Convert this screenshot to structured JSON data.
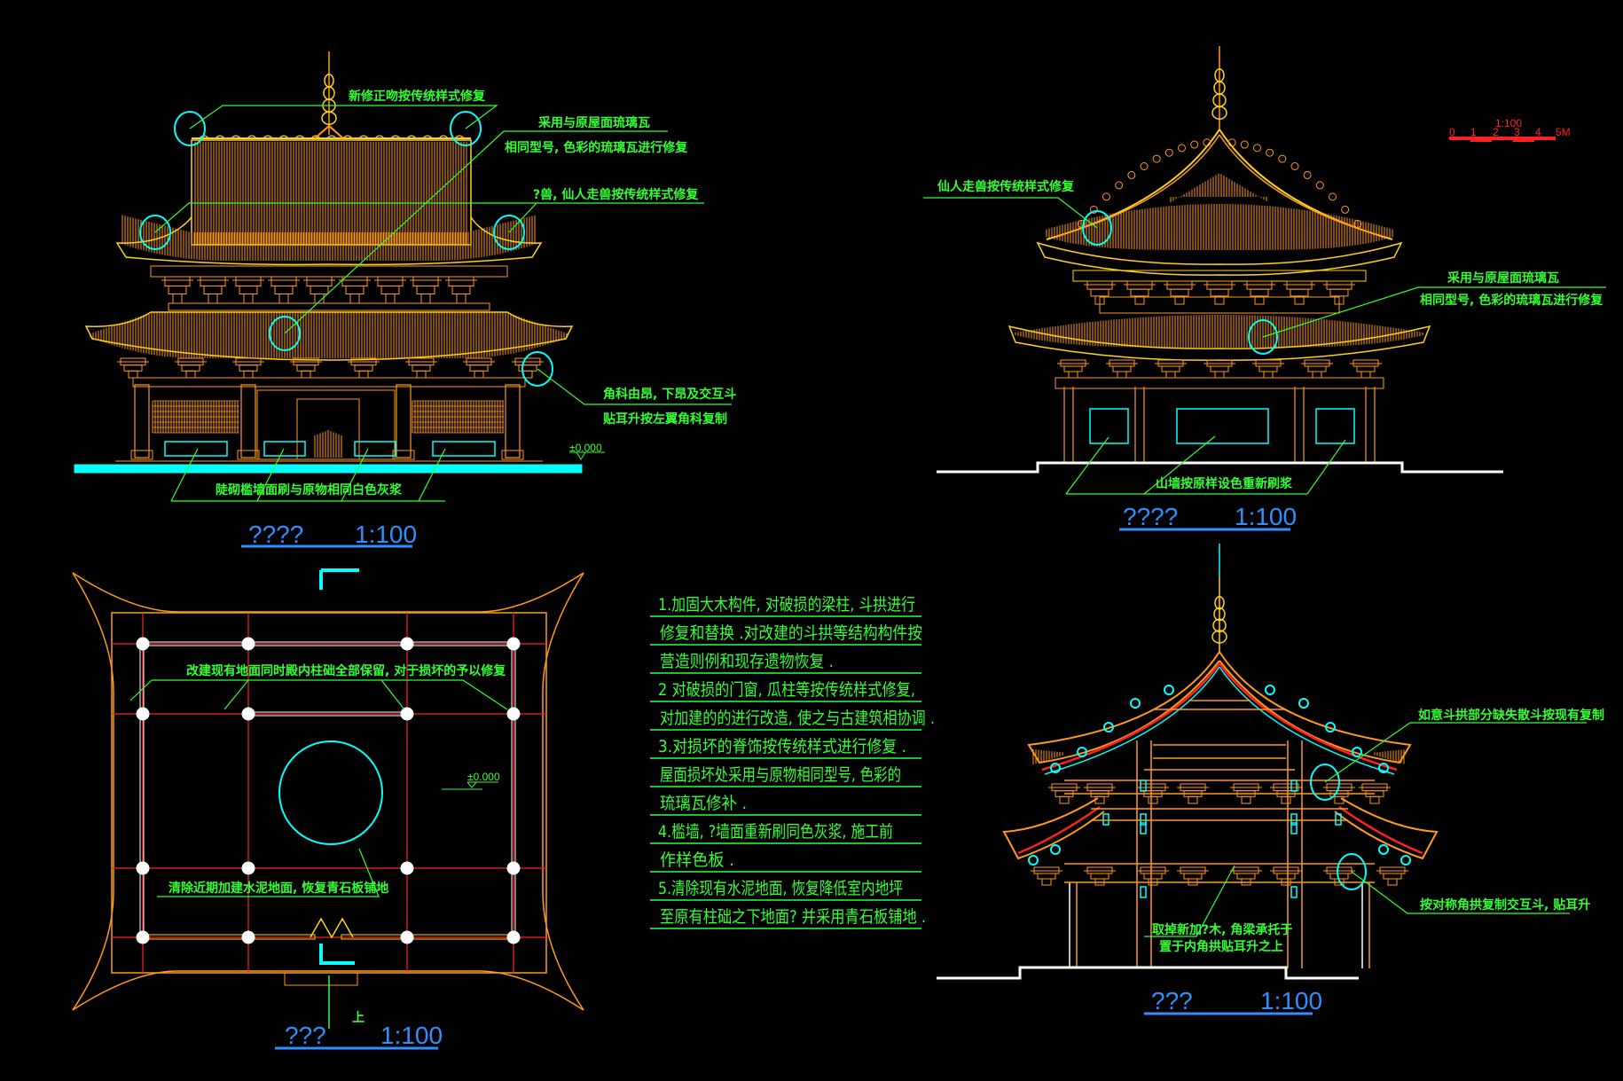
{
  "front_elevation": {
    "title": "????",
    "scale": "1:100",
    "elevation_mark": "±0.000",
    "annotations": [
      "新修正吻按传统样式修复",
      "采用与原屋面琉璃瓦",
      "相同型号, 色彩的琉璃瓦进行修复",
      "?兽, 仙人走兽按传统样式修复",
      "角科由昂, 下昂及交互斗",
      "贴耳升按左翼角科复制",
      "陡砌槛墙面刷与原物相同白色灰浆"
    ]
  },
  "side_elevation": {
    "title": "????",
    "scale": "1:100",
    "annotations": [
      "仙人走兽按传统样式修复",
      "采用与原屋面琉璃瓦",
      "相同型号, 色彩的琉璃瓦进行修复",
      "山墙按原样设色重新刷浆"
    ]
  },
  "scale_bar": {
    "title": "1:100",
    "ticks": [
      "0",
      "1",
      "2",
      "3",
      "4",
      "5M"
    ]
  },
  "plan": {
    "title": "???",
    "scale": "1:100",
    "north_mark": "上",
    "elevation_mark": "±0.000",
    "annotations": [
      "改建现有地面同时殿内柱础全部保留, 对于损坏的予以修复",
      "清除近期加建水泥地面, 恢复青石板铺地"
    ]
  },
  "general_notes": [
    "1.加固大木构件, 对破损的梁柱, 斗拱进行",
    "修复和替换  .对改建的斗拱等结构构件按",
    "营造则例和现存遗物恢复  .",
    "2 对破损的门窗, 瓜柱等按传统样式修复,",
    "对加建的的进行改造, 使之与古建筑相协调  .",
    "3.对损坏的脊饰按传统样式进行修复  .",
    "屋面损坏处采用与原物相同型号, 色彩的",
    "琉璃瓦修补  .",
    "4.槛墙, ?墙面重新刷同色灰浆, 施工前",
    "作样色板  .",
    "5.清除现有水泥地面, 恢复降低室内地坪",
    "至原有柱础之下地面? 并采用青石板铺地  ."
  ],
  "section": {
    "title": "???",
    "scale": "1:100",
    "annotations": [
      "如意斗拱部分缺失散斗按现有复制",
      "按对称角拱复制交互斗, 贴耳升",
      "取掉新加?木, 角梁承托于",
      "置于内角拱贴耳升之上"
    ]
  },
  "colors": {
    "background": "#000000",
    "structure": "#ff9a1a",
    "ridge": "#ffd21a",
    "annotation": "#33ff33",
    "highlight": "#00ffff",
    "title": "#2f8fff",
    "axis": "#ff2020",
    "ground": "#ffffff"
  }
}
